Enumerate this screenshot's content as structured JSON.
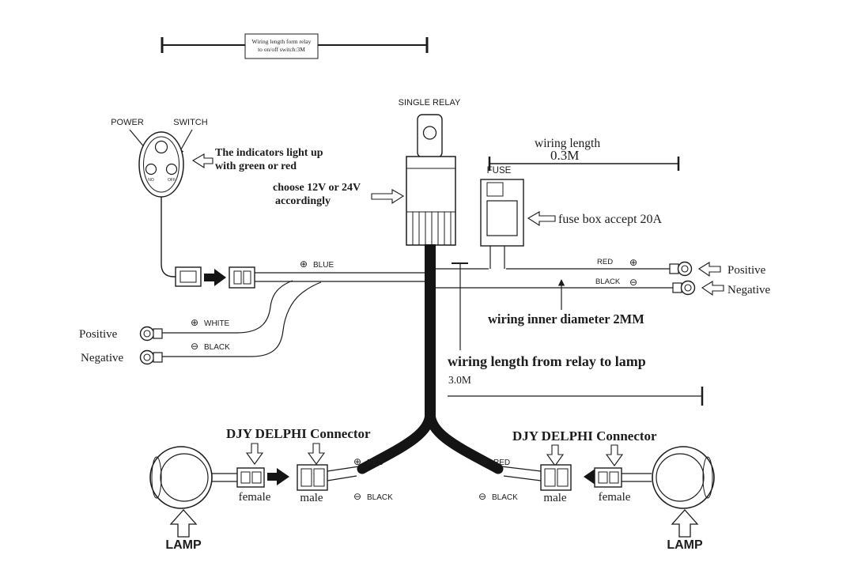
{
  "diagram": {
    "symbols": {
      "plus": "⊕",
      "minus": "⊖"
    },
    "top_measure": {
      "line1": "Wiring length form relay",
      "line2": "to on/off switch:3M"
    },
    "switch_unit": {
      "power_label": "POWER",
      "switch_label": "SWITCH",
      "indicator_no": "NO",
      "indicator_off": "OFF",
      "note_line1": "The indicators light up",
      "note_line2": "with green or red"
    },
    "relay": {
      "title": "SINGLE RELAY",
      "note_line1": "choose 12V or 24V",
      "note_line2": "accordingly"
    },
    "measure_relay_switch": {
      "label": "wiring length",
      "value": "0.3M"
    },
    "fuse": {
      "title": "FUSE",
      "note": "fuse box accept 20A"
    },
    "switch_harness": {
      "blue_label": "BLUE",
      "white_label": "WHITE",
      "black_label": "BLACK",
      "positive_label": "Positive",
      "negative_label": "Negative"
    },
    "power_leads": {
      "red_label": "RED",
      "black_label": "BLACK",
      "positive_label": "Positive",
      "negative_label": "Negative",
      "diameter_note": "wiring inner diameter 2MM"
    },
    "measure_relay_lamp": {
      "label": "wiring length from relay to lamp",
      "value": "3.0M"
    },
    "left_branch": {
      "connector_label": "DJY DELPHI Connector",
      "female_label": "female",
      "male_label": "male",
      "red_label": "RED",
      "black_label": "BLACK",
      "lamp_label": "LAMP"
    },
    "right_branch": {
      "connector_label": "DJY DELPHI Connector",
      "female_label": "female",
      "male_label": "male",
      "red_label": "RED",
      "black_label": "BLACK",
      "lamp_label": "LAMP"
    }
  }
}
